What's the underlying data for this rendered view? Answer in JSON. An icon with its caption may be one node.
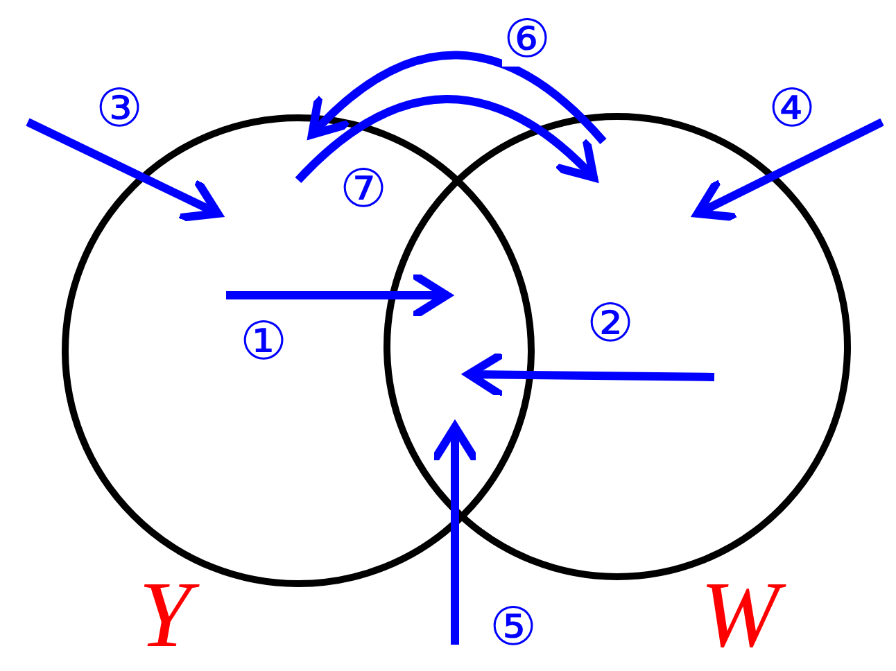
{
  "diagram": {
    "nodes": [
      {
        "text": [
          "Y"
        ]
      },
      {
        "text": [
          "W"
        ]
      }
    ],
    "edges": [
      {
        "from": 0,
        "to": 1,
        "arrow": "to",
        "label": "①"
      },
      {
        "from": 1,
        "to": 0,
        "arrow": "to",
        "label": "②"
      },
      {
        "from": null,
        "to": 0,
        "arrow": "to",
        "label": "③"
      },
      {
        "from": null,
        "to": 1,
        "arrow": "to",
        "label": "④"
      },
      {
        "from": null,
        "to": 0,
        "arrow": "to",
        "label": "⑤"
      },
      {
        "from": 1,
        "to": 0,
        "arrow": "to",
        "label": "⑥"
      },
      {
        "from": 0,
        "to": 1,
        "arrow": "to",
        "label": "⑦"
      }
    ]
  }
}
